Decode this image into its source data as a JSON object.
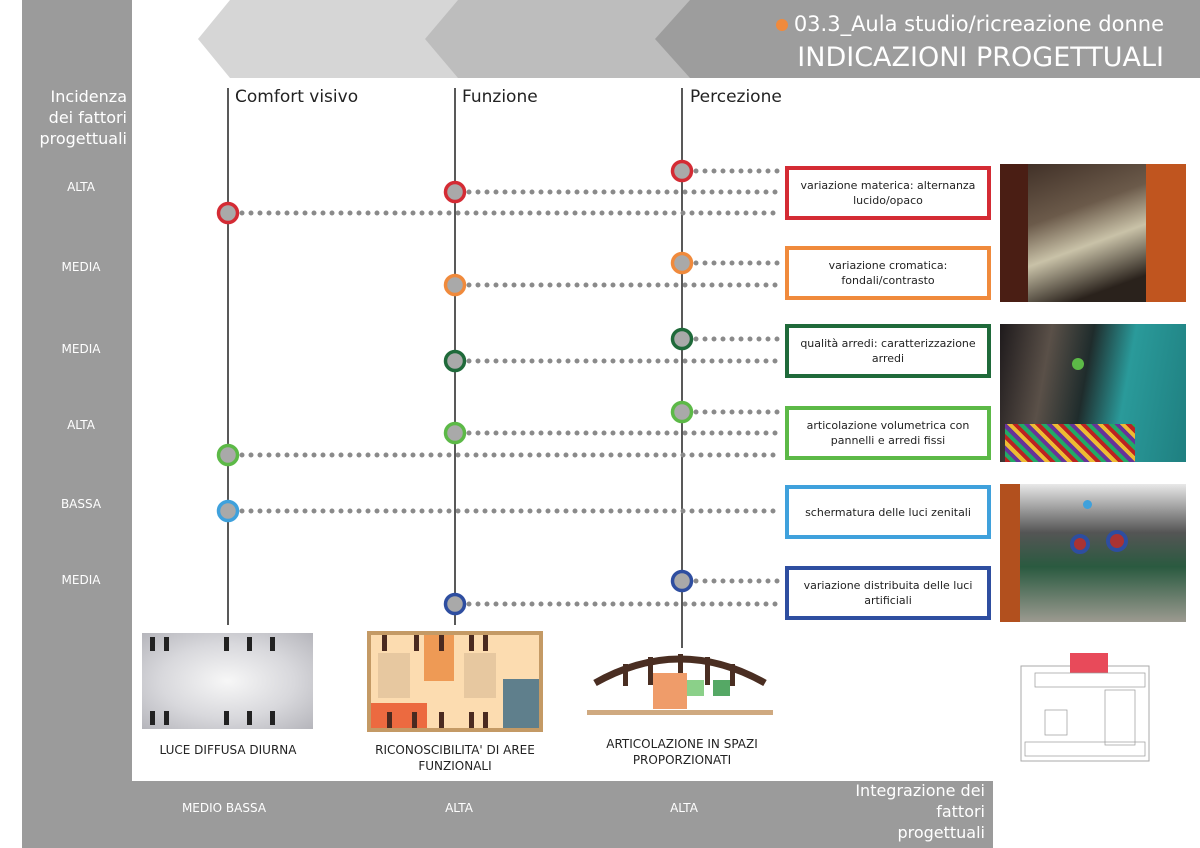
{
  "header": {
    "code_title": "03.3_Aula studio/ricreazione donne",
    "main_title": "INDICAZIONI PROGETTUALI",
    "bullet_color": "#f08a3c"
  },
  "left_axis": {
    "title": "Incidenza dei fattori progettuali",
    "levels": [
      "ALTA",
      "MEDIA",
      "MEDIA",
      "ALTA",
      "BASSA",
      "MEDIA"
    ]
  },
  "columns": [
    {
      "name": "Comfort visivo",
      "caption": "LUCE DIFFUSA DIURNA",
      "integration": "MEDIO BASSA"
    },
    {
      "name": "Funzione",
      "caption": "RICONOSCIBILITA' DI AREE FUNZIONALI",
      "integration": "ALTA"
    },
    {
      "name": "Percezione",
      "caption": "ARTICOLAZIONE IN SPAZI PROPORZIONATI",
      "integration": "ALTA"
    }
  ],
  "bottom_axis": {
    "title": "Integrazione dei fattori progettuali"
  },
  "factors": [
    {
      "label": "variazione materica: alternanza lucido/opaco",
      "color": "#d42b34",
      "columns": [
        0,
        1,
        2
      ]
    },
    {
      "label": "variazione cromatica: fondali/contrasto",
      "color": "#f08a3c",
      "columns": [
        1,
        2
      ]
    },
    {
      "label": "qualità arredi: caratterizzazione arredi",
      "color": "#1f6a3a",
      "columns": [
        1,
        2
      ]
    },
    {
      "label": "articolazione volumetrica con pannelli e arredi fissi",
      "color": "#5cb947",
      "columns": [
        0,
        1,
        2
      ]
    },
    {
      "label": "schermatura delle luci zenitali",
      "color": "#3fa1dc",
      "columns": [
        0
      ]
    },
    {
      "label": "variazione distribuita delle luci artificiali",
      "color": "#2e4ea0",
      "columns": [
        1,
        2
      ]
    }
  ]
}
